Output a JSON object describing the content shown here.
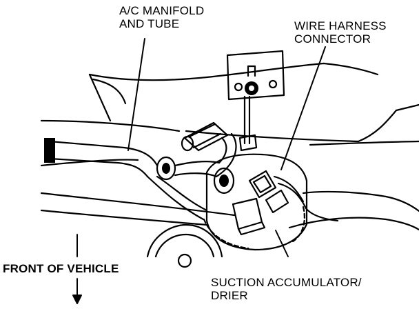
{
  "labels": {
    "ac_manifold": [
      "A/C MANIFOLD",
      "AND TUBE"
    ],
    "wire_harness": [
      "WIRE HARNESS",
      "CONNECTOR"
    ],
    "front_of_vehicle": "FRONT OF VEHICLE",
    "suction_accumulator": [
      "SUCTION ACCUMULATOR/",
      "DRIER"
    ]
  },
  "colors": {
    "ink": "#000000",
    "paper": "#ffffff"
  }
}
